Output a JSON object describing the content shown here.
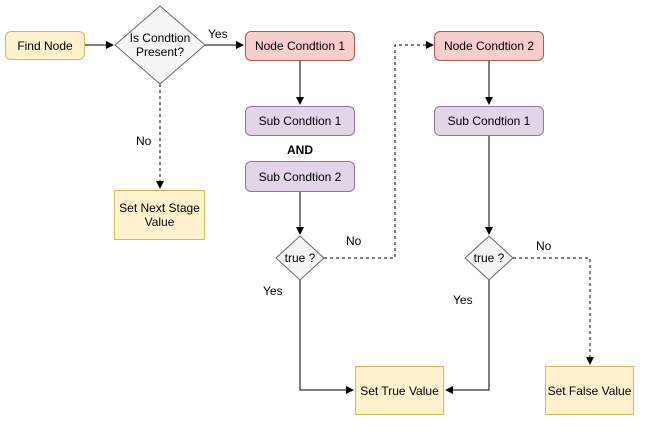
{
  "nodes": {
    "find_node": "Find Node",
    "is_condition_line1": "Is Condtion",
    "is_condition_line2": "Present?",
    "node_condition_1": "Node Condtion 1",
    "node_condition_2": "Node Condtion 2",
    "sub_condition_1_left": "Sub Condtion 1",
    "sub_condition_2_left": "Sub Condtion 2",
    "sub_condition_1_right": "Sub Condtion 1",
    "set_next_stage_line1": "Set Next Stage",
    "set_next_stage_line2": "Value",
    "true_check_left": "true ?",
    "true_check_right": "true ?",
    "set_true_value": "Set True Value",
    "set_false_value": "Set False Value"
  },
  "labels": {
    "and": "AND",
    "yes_top": "Yes",
    "no_left": "No",
    "no_middle": "No",
    "yes_left": "Yes",
    "yes_right": "Yes",
    "no_right": "No"
  },
  "colors": {
    "yellow_fill": "#fff2cc",
    "yellow_stroke": "#d6b656",
    "red_fill": "#f8cecc",
    "red_stroke": "#b85450",
    "purple_fill": "#e1d5e7",
    "purple_stroke": "#9673a6",
    "gray_fill": "#f5f5f5",
    "gray_stroke": "#666666"
  }
}
